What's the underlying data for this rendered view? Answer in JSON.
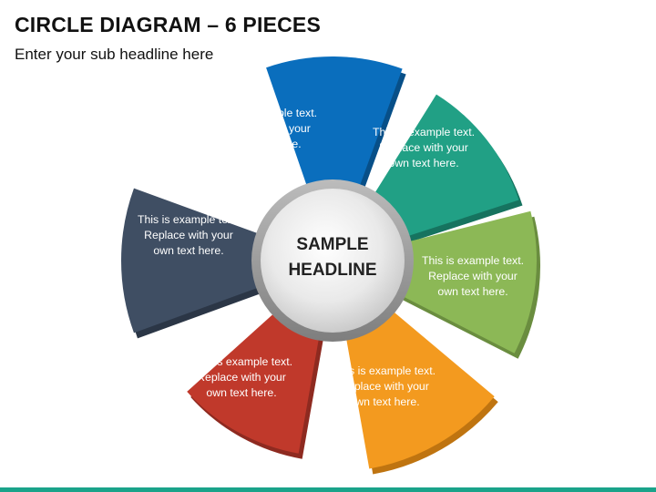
{
  "title": "CIRCLE DIAGRAM – 6 PIECES",
  "subtitle": "Enter your sub headline here",
  "center": {
    "line1": "SAMPLE",
    "line2": "HEADLINE"
  },
  "segments": [
    {
      "text": "This is example text. Replace with your own text here.",
      "color": "#0a6ebd",
      "shade": "#074f88"
    },
    {
      "text": "This is example text. Replace with your own text here.",
      "color": "#21a085",
      "shade": "#16735f"
    },
    {
      "text": "This is example text. Replace with your own text here.",
      "color": "#8cb856",
      "shade": "#6a8d3f"
    },
    {
      "text": "This is example text. Replace with your own text here.",
      "color": "#f39a1f",
      "shade": "#bf7410"
    },
    {
      "text": "This is example text. Replace with your own text here.",
      "color": "#c0392b",
      "shade": "#8e2a20"
    },
    {
      "text": "This is example text. Replace with your own text here.",
      "color": "#3f4e63",
      "shade": "#2b3646"
    }
  ],
  "footer_color": "#1aa38a"
}
